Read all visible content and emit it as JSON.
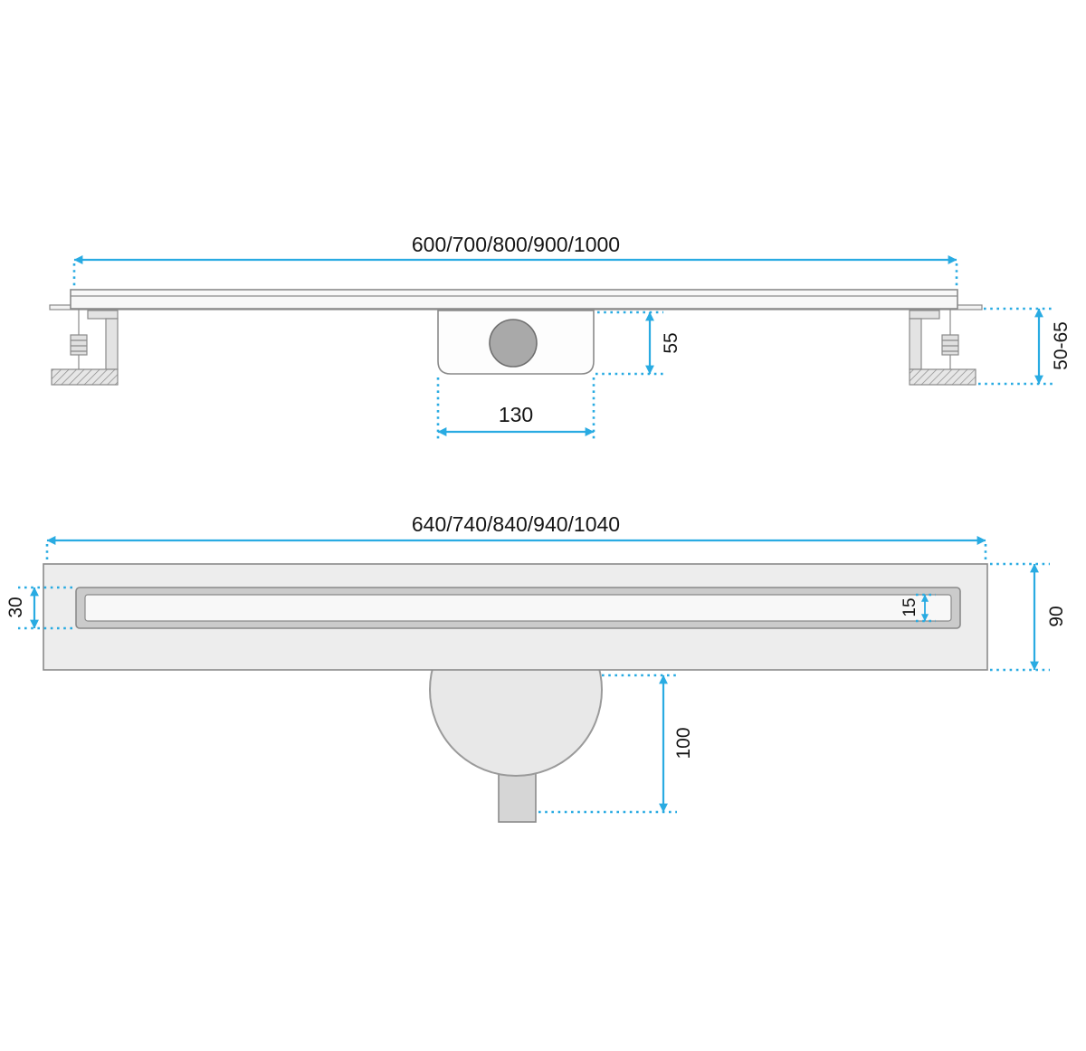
{
  "colors": {
    "dimension_blue": "#29ABE2",
    "drawing_gray": "#8A8A8A",
    "text": "#151515"
  },
  "top_view": {
    "length_options": "600/700/800/900/1000",
    "trap_height": "55",
    "trap_length": "130",
    "feet_adjustment": "50-65"
  },
  "plan_view": {
    "length_options": "640/740/840/940/1040",
    "channel_width": "30",
    "grate_slot": "15",
    "flange_width": "90",
    "outlet_length": "100"
  }
}
